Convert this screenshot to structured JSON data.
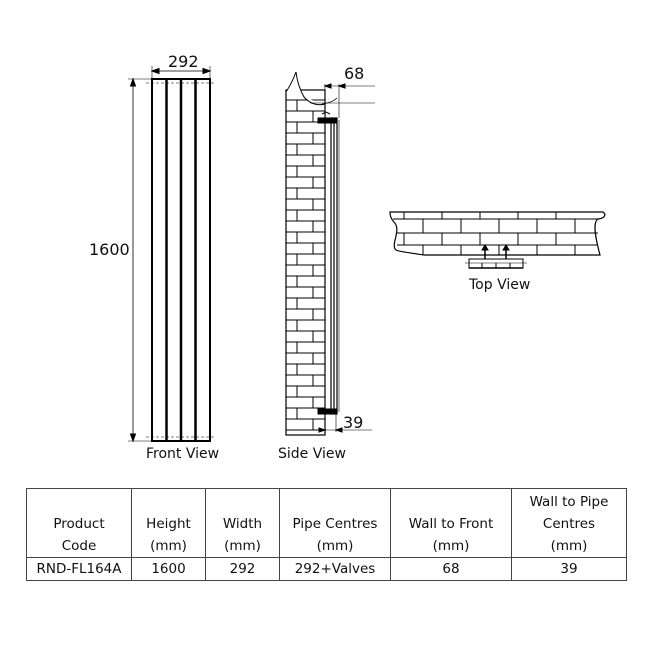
{
  "diagram": {
    "front_view": {
      "label": "Front View",
      "width_dim": "292",
      "height_dim": "1600"
    },
    "side_view": {
      "label": "Side View",
      "depth_dim": "68",
      "pipe_dim": "39"
    },
    "top_view": {
      "label": "Top View"
    }
  },
  "table": {
    "headers": [
      {
        "line1": "Product",
        "line2": "Code",
        "line0": ""
      },
      {
        "line1": "Height",
        "line2": "(mm)",
        "line0": ""
      },
      {
        "line1": "Width",
        "line2": "(mm)",
        "line0": ""
      },
      {
        "line1": "Pipe Centres",
        "line2": "(mm)",
        "line0": ""
      },
      {
        "line1": "Wall to Front",
        "line2": "(mm)",
        "line0": ""
      },
      {
        "line0": "Wall to Pipe",
        "line1": "Centres",
        "line2": "(mm)"
      }
    ],
    "rows": [
      [
        "RND-FL164A",
        "1600",
        "292",
        "292+Valves",
        "68",
        "39"
      ]
    ]
  }
}
